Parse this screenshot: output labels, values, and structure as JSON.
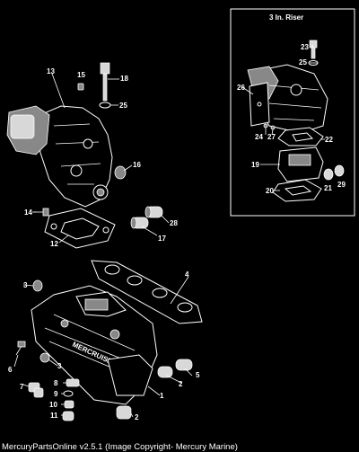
{
  "inset": {
    "title": "3 In. Riser"
  },
  "footer": {
    "text": "MercuryPartsOnline v2.5.1 (Image Copyright- Mercury Marine)"
  },
  "callouts": {
    "c1": "1",
    "c2": "2",
    "c3": "3",
    "c4": "4",
    "c5": "5",
    "c6": "6",
    "c7": "7",
    "c8": "8",
    "c9": "9",
    "c10": "10",
    "c11": "11",
    "c12": "12",
    "c13": "13",
    "c14": "14",
    "c15": "15",
    "c16": "16",
    "c17": "17",
    "c18": "18",
    "c19": "19",
    "c20": "20",
    "c21": "21",
    "c22": "22",
    "c23": "23",
    "c24": "24",
    "c25a": "25",
    "c25b": "25",
    "c26": "26",
    "c27": "27",
    "c28": "28",
    "c29": "29",
    "c2b": "2",
    "c3b": "3"
  },
  "colors": {
    "background": "#000000",
    "linework": "#ffffff",
    "shade": "#888888"
  }
}
